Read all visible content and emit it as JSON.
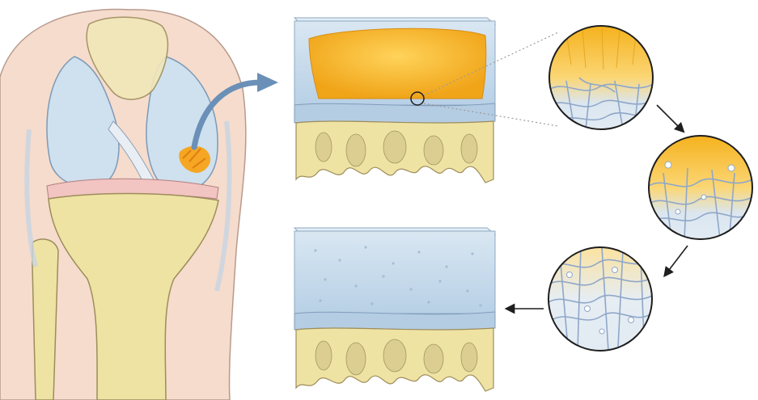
{
  "figure": {
    "panels": [
      {
        "id": "knee",
        "depicts": "knee-joint-anterior-view",
        "lesion": "cartilage-defect"
      },
      {
        "id": "block-top",
        "depicts": "cartilage-block-with-defect",
        "defect_fill": "implant"
      },
      {
        "id": "circle-1",
        "depicts": "magnified-implant-interface",
        "stage": 1
      },
      {
        "id": "circle-2",
        "depicts": "magnified-implant-interface",
        "stage": 2
      },
      {
        "id": "circle-3",
        "depicts": "magnified-implant-interface",
        "stage": 3
      },
      {
        "id": "block-bottom",
        "depicts": "regenerated-cartilage-block"
      }
    ],
    "arrows": [
      {
        "from": "knee",
        "to": "block-top",
        "style": "curved"
      },
      {
        "from": "circle-1",
        "to": "circle-2",
        "style": "straight"
      },
      {
        "from": "circle-2",
        "to": "circle-3",
        "style": "straight"
      },
      {
        "from": "circle-3",
        "to": "block-bottom",
        "style": "straight"
      }
    ],
    "colors": {
      "skin": "#f6dccd",
      "bone": "#efe3a4",
      "cartilage": "#c9dceb",
      "implant": "#f5b21e",
      "fiber": "#8fa7c8",
      "arrow": "#6b90b8"
    },
    "icons": [
      "curved-arrow-icon",
      "down-arrow-icon",
      "left-arrow-icon"
    ]
  }
}
